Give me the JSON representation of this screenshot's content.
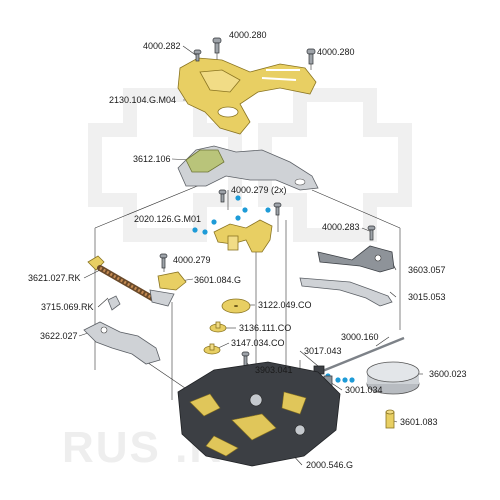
{
  "diagram": {
    "watermark": "RUS         .RU",
    "labels": {
      "p4000_282": "4000.282",
      "p4000_280_a": "4000.280",
      "p4000_280_b": "4000.280",
      "p2130": "2130.104.G.M04",
      "p3612": "3612.106",
      "p4000_279_2x": "4000.279 (2x)",
      "p2020": "2020.126.G.M01",
      "p4000_283": "4000.283",
      "p3621": "3621.027.RK",
      "p4000_279": "4000.279",
      "p3601_084": "3601.084.G",
      "p3603": "3603.057",
      "p3015": "3015.053",
      "p3715": "3715.069.RK",
      "p3122": "3122.049.CO",
      "p3622": "3622.027",
      "p3136": "3136.111.CO",
      "p3000": "3000.160",
      "p3147": "3147.034.CO",
      "p3017": "3017.043",
      "p3903": "3903.041",
      "p3600": "3600.023",
      "p3001": "3001.034",
      "p3601_083": "3601.083",
      "p2000": "2000.546.G"
    },
    "colors": {
      "brass": "#e8cf63",
      "steel": "#cfd2d6",
      "marker": "#1e9bd7"
    }
  }
}
